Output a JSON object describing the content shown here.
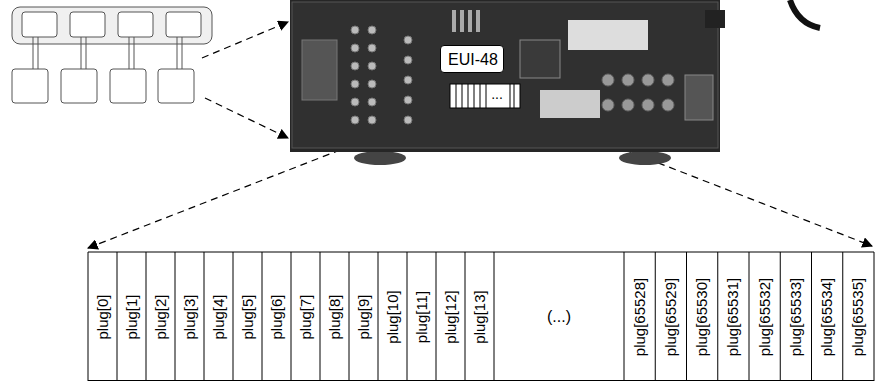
{
  "diagram": {
    "nodes": [
      {
        "text": [
          "EUI-48"
        ]
      }
    ],
    "labels": [
      "plug[0]",
      "plug[1]",
      "plug[2]",
      "plug[3]",
      "plug[4]",
      "plug[5]",
      "plug[6]",
      "plug[7]",
      "plug[8]",
      "plug[9]",
      "plug[10]",
      "plug[11]",
      "plug[12]",
      "plug[13]",
      "(...)",
      "plug[65528]",
      "plug[65529]",
      "plug[65530]",
      "plug[65531]",
      "plug[65532]",
      "plug[65533]",
      "plug[65534]",
      "plug[65535]",
      "..."
    ]
  }
}
